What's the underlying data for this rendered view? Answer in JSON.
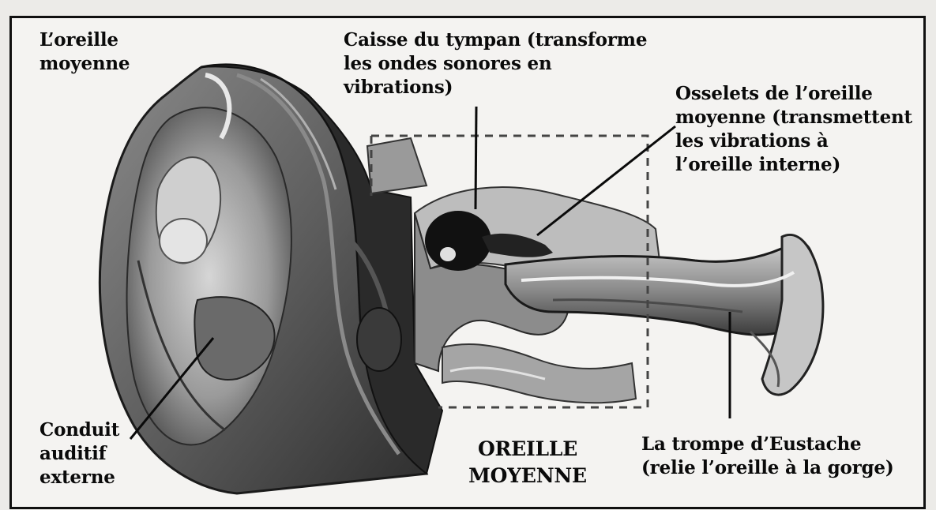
{
  "diagram": {
    "corner_title": [
      "L’oreille",
      "moyenne"
    ],
    "tympan_label": [
      "Caisse du tympan (transforme",
      "les ondes sonores en",
      "vibrations)"
    ],
    "osselets_label": [
      "Osselets de l’oreille",
      "moyenne (transmettent",
      "les vibrations à",
      "l’oreille interne)"
    ],
    "conduit_label": [
      "Conduit",
      "auditif",
      "externe"
    ],
    "region_label": [
      "OREILLE",
      "MOYENNE"
    ],
    "eustache_label": [
      "La trompe d’Eustache",
      "(relie l’oreille à la gorge)"
    ]
  },
  "colors": {
    "ink": "#0a0a0a",
    "paper": "#f4f3f1",
    "shade_dark": "#1c1c1c",
    "shade_mid": "#6e6e6e",
    "shade_light": "#b8b8b8"
  }
}
